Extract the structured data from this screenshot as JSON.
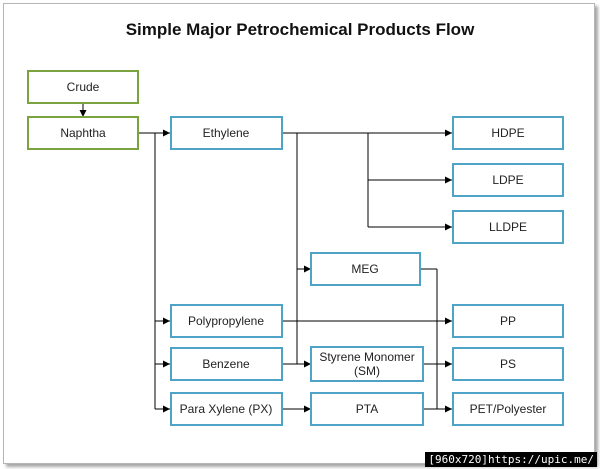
{
  "title": "Simple Major Petrochemical Products Flow",
  "colors": {
    "green_border": "#7aa33f",
    "blue_border": "#4ea3c6",
    "line": "#000000"
  },
  "nodes": {
    "crude": "Crude",
    "naphtha": "Naphtha",
    "ethylene": "Ethylene",
    "hdpe": "HDPE",
    "ldpe": "LDPE",
    "lldpe": "LLDPE",
    "meg": "MEG",
    "polypropylene": "Polypropylene",
    "pp": "PP",
    "benzene": "Benzene",
    "sm_line1": "Styrene Monomer",
    "sm_line2": "(SM)",
    "ps": "PS",
    "px": "Para Xylene (PX)",
    "pta": "PTA",
    "pet": "PET/Polyester"
  },
  "watermark": "[960x720]https://upic.me/"
}
